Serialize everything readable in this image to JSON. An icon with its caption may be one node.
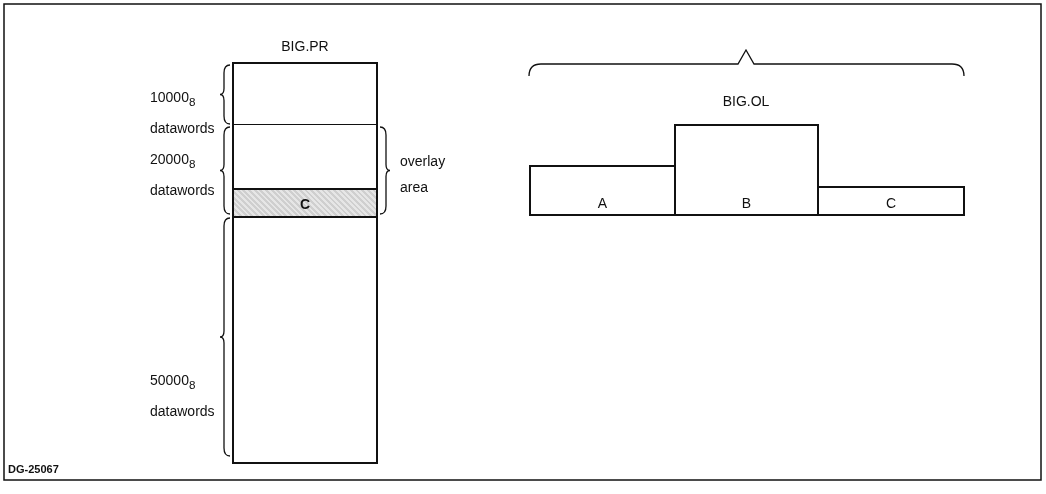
{
  "diagram": {
    "nodes": [
      {
        "text": [
          "BIG.PR"
        ]
      },
      {
        "text": [
          "C"
        ],
        "in": 0
      },
      {
        "text": [
          "A"
        ]
      },
      {
        "text": [
          "B"
        ]
      },
      {
        "text": [
          "C"
        ]
      }
    ],
    "edges": [],
    "labels": [
      "10000$_{8}$ datawords",
      "20000$_{8}$ datawords",
      "overlay area",
      "50000$_{8}$ datawords",
      "BIG.OL",
      "DG-25067"
    ]
  }
}
